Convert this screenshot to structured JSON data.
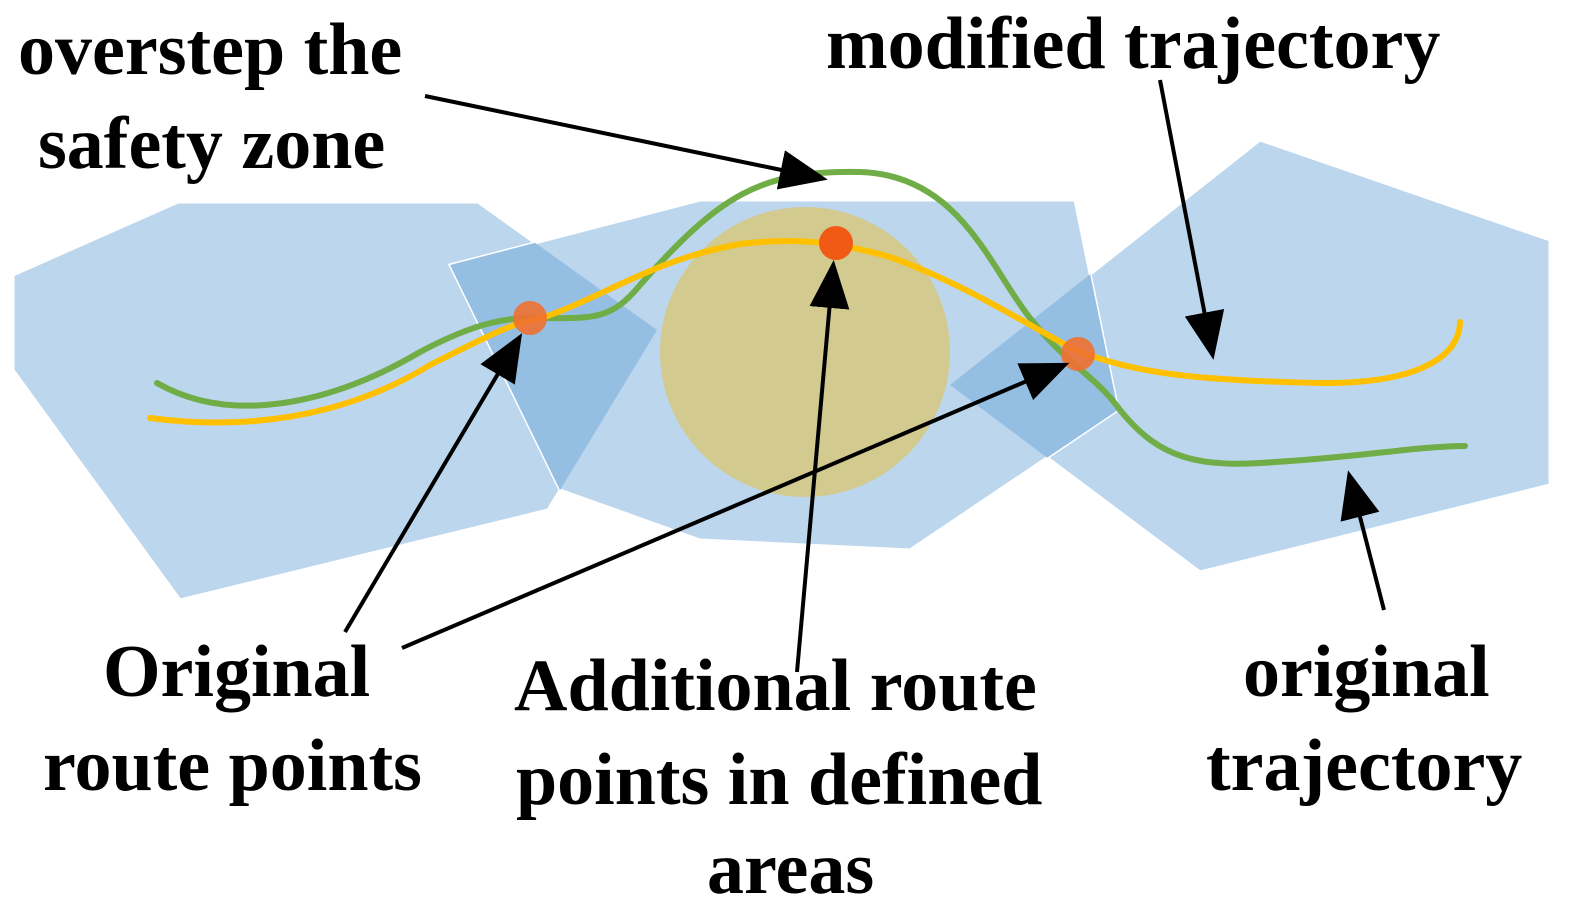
{
  "labels": {
    "overstep": [
      "overstep the",
      "safety zone"
    ],
    "modified": [
      "modified trajectory"
    ],
    "original_points": [
      "Original",
      "route points"
    ],
    "additional_points": [
      "Additional route",
      "points in defined",
      "areas"
    ],
    "original_trajectory": [
      "original",
      "trajectory"
    ]
  },
  "colors": {
    "zone_fill": "#bcd6ee",
    "zone_overlap": "#95bee3",
    "zone_stroke": "#ffffff",
    "defined_area": "#d4c98a",
    "original_trajectory": "#70ad47",
    "modified_trajectory": "#ffc000",
    "route_point": "#f07030",
    "arrow": "#000000"
  },
  "route_points": [
    "original",
    "additional",
    "original"
  ]
}
